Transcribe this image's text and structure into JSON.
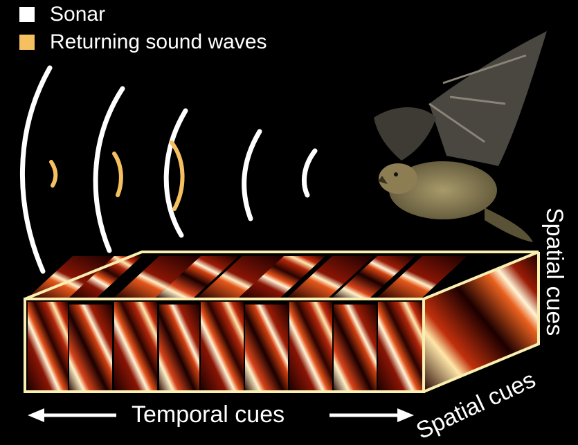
{
  "legend": {
    "items": [
      {
        "label": "Sonar",
        "color": "#ffffff"
      },
      {
        "label": "Returning sound waves",
        "color": "#f5c060"
      }
    ]
  },
  "labels": {
    "temporal": "Temporal cues",
    "spatial_vertical": "Spatial cues",
    "spatial_diagonal": "Spatial cues"
  },
  "colors": {
    "background": "#000000",
    "sonar": "#ffffff",
    "echo": "#f5c060",
    "frame": "#f8efb0",
    "heat_dark": "#1a0000",
    "heat_mid": "#c0280a",
    "heat_bright": "#fff6d8"
  },
  "icons": [
    "bat-illustration",
    "arrow-left-icon",
    "arrow-right-icon"
  ]
}
